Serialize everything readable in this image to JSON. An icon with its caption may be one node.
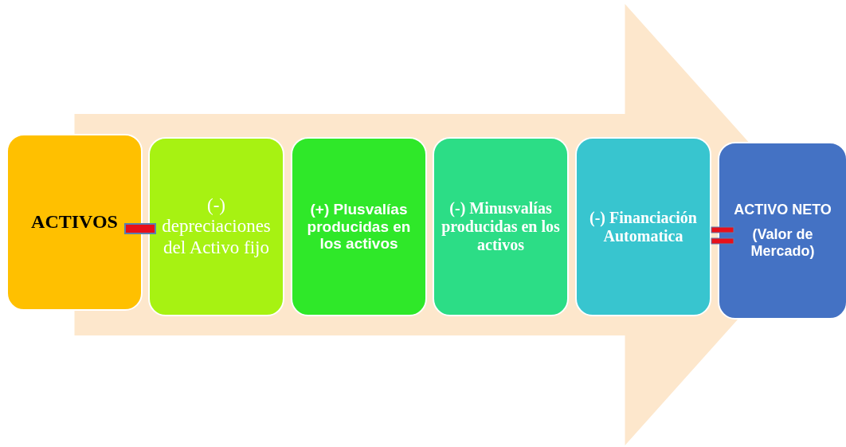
{
  "diagram": {
    "nodes": [
      {
        "text": [
          "ACTIVOS"
        ]
      },
      {
        "text": [
          "(-) depreciaciones del Activo fijo"
        ]
      },
      {
        "text": [
          "(+) Plusvalías producidas en los activos"
        ]
      },
      {
        "text": [
          "(-) Minusvalías producidas en los activos"
        ]
      },
      {
        "text": [
          "(-) Financiación Automatica"
        ]
      },
      {
        "text": [
          "ACTIVO NETO",
          "(Valor de Mercado)"
        ]
      }
    ],
    "edges": [
      {
        "from": 0,
        "to": 5,
        "arrow": "to",
        "style": "thick"
      }
    ]
  }
}
